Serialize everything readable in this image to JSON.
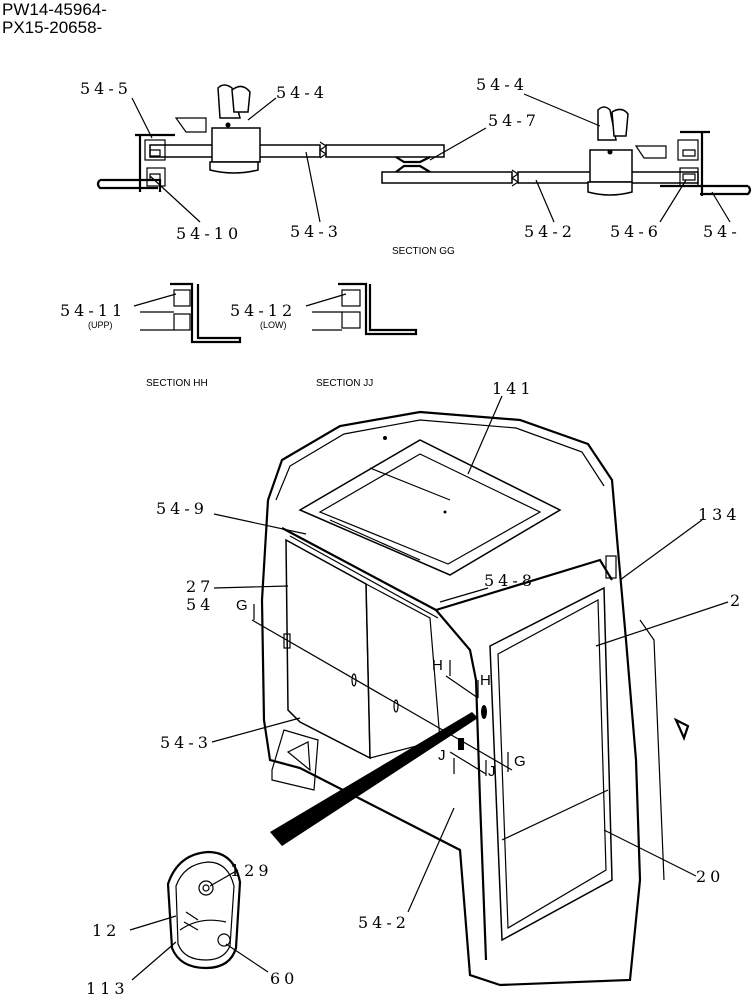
{
  "header": {
    "line1": "PW14-45964-",
    "line2": "PX15-20658-"
  },
  "sections": {
    "gg": "SECTION GG",
    "hh": "SECTION HH",
    "jj": "SECTION JJ"
  },
  "section_marks": {
    "upp": "(UPP)",
    "low": "(LOW)"
  },
  "cut_letters": {
    "g": "G",
    "h": "H",
    "j": "J"
  },
  "callouts": {
    "c54_5": "54-5",
    "c54_4a": "54-4",
    "c54_4b": "54-4",
    "c54_7": "54-7",
    "c54_10": "54-10",
    "c54_3a": "54-3",
    "c54_2a": "54-2",
    "c54_6": "54-6",
    "c54_cut": "54-",
    "c54_11": "54-11",
    "c54_12": "54-12",
    "c141": "141",
    "c54_9": "54-9",
    "c134": "134",
    "c27": "27",
    "c54": "54",
    "c54_8": "54-8",
    "c2": "2",
    "c54_3b": "54-3",
    "c129": "129",
    "c12": "12",
    "c20": "20",
    "c54_2b": "54-2",
    "c113": "113",
    "c60": "60"
  }
}
